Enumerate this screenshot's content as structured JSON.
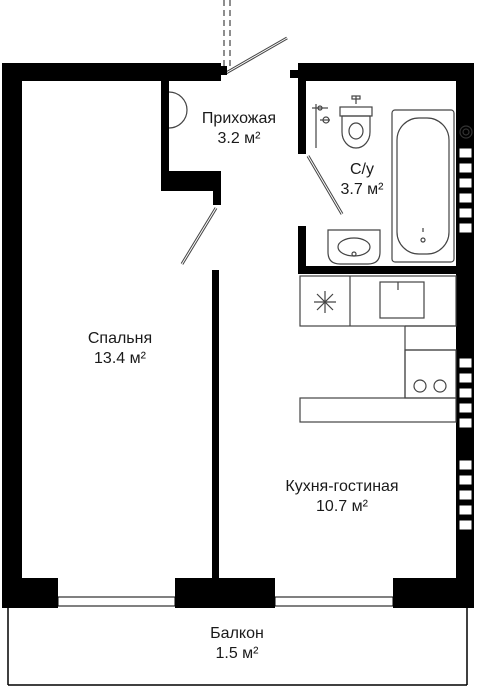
{
  "rooms": {
    "hallway": {
      "name": "Прихожая",
      "area": "3.2 м²"
    },
    "bathroom": {
      "name": "С/у",
      "area": "3.7 м²"
    },
    "bedroom": {
      "name": "Спальня",
      "area": "13.4 м²"
    },
    "kitchen": {
      "name": "Кухня-гостиная",
      "area": "10.7 м²"
    },
    "balcony": {
      "name": "Балкон",
      "area": "1.5 м²"
    }
  },
  "colors": {
    "wall": "#000000",
    "fixture_stroke": "#444444",
    "background": "#ffffff"
  }
}
